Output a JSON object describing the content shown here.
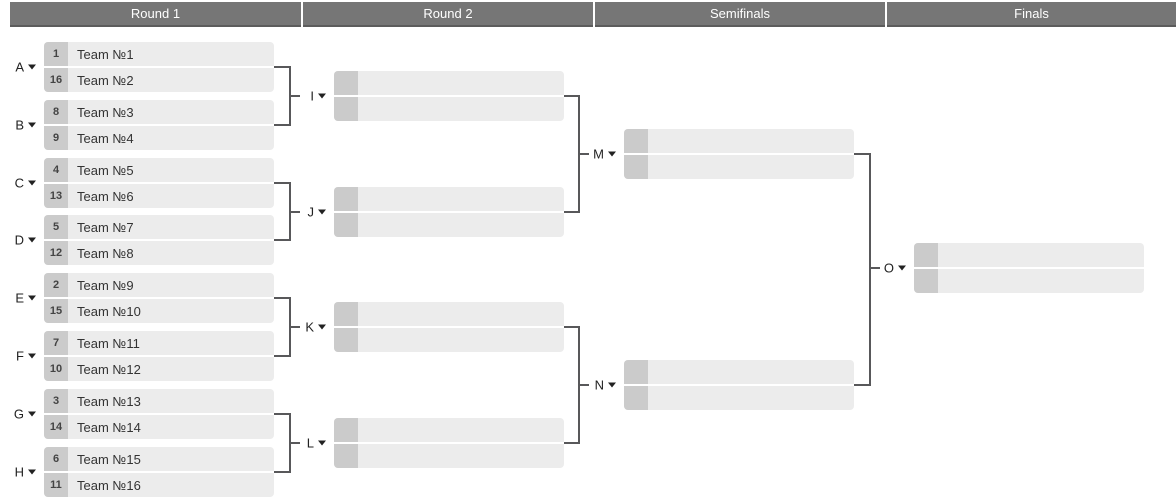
{
  "columns": [
    {
      "label": "Round 1"
    },
    {
      "label": "Round 2"
    },
    {
      "label": "Semifinals"
    },
    {
      "label": "Finals"
    }
  ],
  "bracket": {
    "round1": [
      {
        "label": "A",
        "teams": [
          {
            "seed": "1",
            "name": "Team №1"
          },
          {
            "seed": "16",
            "name": "Team №2"
          }
        ]
      },
      {
        "label": "B",
        "teams": [
          {
            "seed": "8",
            "name": "Team №3"
          },
          {
            "seed": "9",
            "name": "Team №4"
          }
        ]
      },
      {
        "label": "C",
        "teams": [
          {
            "seed": "4",
            "name": "Team №5"
          },
          {
            "seed": "13",
            "name": "Team №6"
          }
        ]
      },
      {
        "label": "D",
        "teams": [
          {
            "seed": "5",
            "name": "Team №7"
          },
          {
            "seed": "12",
            "name": "Team №8"
          }
        ]
      },
      {
        "label": "E",
        "teams": [
          {
            "seed": "2",
            "name": "Team №9"
          },
          {
            "seed": "15",
            "name": "Team №10"
          }
        ]
      },
      {
        "label": "F",
        "teams": [
          {
            "seed": "7",
            "name": "Team №11"
          },
          {
            "seed": "10",
            "name": "Team №12"
          }
        ]
      },
      {
        "label": "G",
        "teams": [
          {
            "seed": "3",
            "name": "Team №13"
          },
          {
            "seed": "14",
            "name": "Team №14"
          }
        ]
      },
      {
        "label": "H",
        "teams": [
          {
            "seed": "6",
            "name": "Team №15"
          },
          {
            "seed": "11",
            "name": "Team №16"
          }
        ]
      }
    ],
    "round2": [
      {
        "label": "I",
        "teams": [
          {
            "seed": "",
            "name": ""
          },
          {
            "seed": "",
            "name": ""
          }
        ]
      },
      {
        "label": "J",
        "teams": [
          {
            "seed": "",
            "name": ""
          },
          {
            "seed": "",
            "name": ""
          }
        ]
      },
      {
        "label": "K",
        "teams": [
          {
            "seed": "",
            "name": ""
          },
          {
            "seed": "",
            "name": ""
          }
        ]
      },
      {
        "label": "L",
        "teams": [
          {
            "seed": "",
            "name": ""
          },
          {
            "seed": "",
            "name": ""
          }
        ]
      }
    ],
    "semifinals": [
      {
        "label": "M",
        "teams": [
          {
            "seed": "",
            "name": ""
          },
          {
            "seed": "",
            "name": ""
          }
        ]
      },
      {
        "label": "N",
        "teams": [
          {
            "seed": "",
            "name": ""
          },
          {
            "seed": "",
            "name": ""
          }
        ]
      }
    ],
    "finals": [
      {
        "label": "O",
        "teams": [
          {
            "seed": "",
            "name": ""
          },
          {
            "seed": "",
            "name": ""
          }
        ]
      }
    ]
  },
  "colors": {
    "header_bg": "#767676",
    "header_text": "#ffffff",
    "row_bg": "#ececec",
    "seed_bg": "#cbcbcb",
    "connector": "#58585a",
    "label_text": "#222222",
    "team_text": "#333333"
  }
}
